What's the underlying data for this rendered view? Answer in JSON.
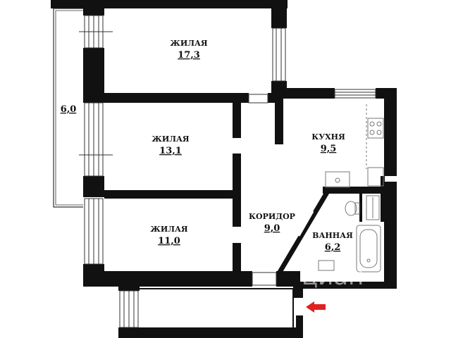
{
  "rooms": {
    "living_top": {
      "name": "ЖИЛАЯ",
      "area": "17,3"
    },
    "living_middle": {
      "name": "ЖИЛАЯ",
      "area": "13,1"
    },
    "living_bottom": {
      "name": "ЖИЛАЯ",
      "area": "11,0"
    },
    "kitchen": {
      "name": "КУХНЯ",
      "area": "9,5"
    },
    "corridor": {
      "name": "КОРИДОР",
      "area": "9,0"
    },
    "bathroom": {
      "name": "ВАННАЯ",
      "area": "6,2"
    },
    "balcony": {
      "area": "6,0"
    }
  },
  "watermark": "циан",
  "colors": {
    "wall": "#111111",
    "entrance_arrow": "#e02020",
    "fixture": "#777777"
  },
  "icons": [
    "entrance-arrow-icon",
    "stove-icon",
    "sink-icon",
    "toilet-icon",
    "bathtub-icon",
    "washbasin-icon"
  ]
}
